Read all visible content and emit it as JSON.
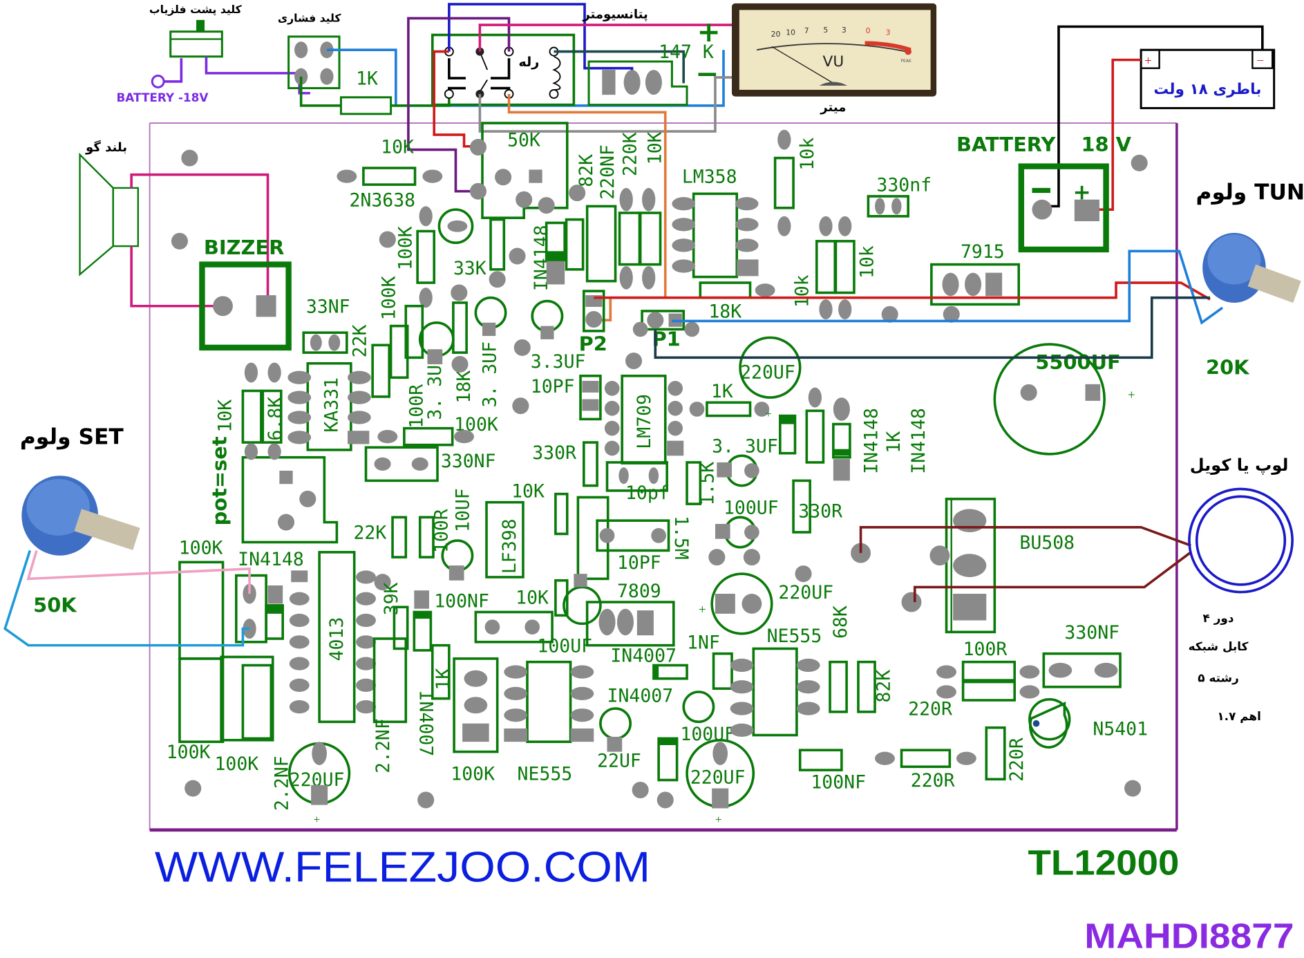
{
  "title": "TL12000",
  "website": "WWW.FELEZJOO.COM",
  "author": "MAHDI8877",
  "colors": {
    "silkscreen": "#0a7a0a",
    "pad": "#8a8a8a",
    "board_outline": "#7a1f8a",
    "website": "#0a1fe0",
    "author": "#8a2be2",
    "battery_neg_label": "#7b2be2"
  },
  "external": {
    "switch_back_label": "کلید پشت فلزیاب",
    "push_button_label": "کلید فشاری",
    "battery_neg_label": "BATTERY  -18V",
    "resistor_1k": "1K",
    "relay_label": "رله",
    "potentiometer_label": "پتانسیومتر",
    "pot_value": "147 K",
    "plus": "+",
    "minus": "−",
    "meter_label": "میتر",
    "meter_face": "VU",
    "meter_scale": [
      "20",
      "10",
      "7",
      "5",
      "3",
      "0",
      "3"
    ],
    "meter_peak": "PEAK",
    "battery18_label": "باطری ۱۸ ولت",
    "speaker_label": "بلند گو",
    "tun_label": "ولوم TUN",
    "tun_value": "20K",
    "set_label": "ولوم SET",
    "set_value": "50K",
    "coil_label": "لوپ یا کویل",
    "coil_notes": [
      "دور ۴",
      "کابل شبکه",
      "رشته ۵",
      "اهم ۱.۷"
    ]
  },
  "board": {
    "battery_label": "BATTERY",
    "battery_voltage": "18  V",
    "bizzer_label": "BIZZER",
    "pot_set_label": "pot=set",
    "p1": "P1",
    "p2": "P2",
    "components": {
      "r10k_top": "10K",
      "q_2n3638": "2N3638",
      "pot50k": "50K",
      "r82k": "82K",
      "c220nf": "220NF",
      "r220k": "220K",
      "r10k_v": "10K",
      "ic_lm358": "LM358",
      "r10k_small": "10k",
      "c330nf_top": "330nf",
      "r100k_a": "100K",
      "r33k": "33K",
      "d_in4148_a": "IN4148",
      "r10k_pair_a": "10k",
      "r10k_pair_b": "10k",
      "reg7915": "7915",
      "r18k_h": "18K",
      "c33nf": "33NF",
      "r100k_b": "100K",
      "r22k_a": "22K",
      "c3_3uf_a": "3.3UF",
      "c3_3uf_b": "3. 3UF",
      "c3_3uf_c": "3. 3UF",
      "r18k_v": "18K",
      "c220uf_a": "220UF",
      "c5500uf": "5500UF",
      "r10k_left": "10K",
      "r6_8k": "6.8K",
      "ic_ka331": "KA331",
      "r100r_a": "100R",
      "r100k_c": "100K",
      "c10pf_a": "10PF",
      "ic_lm709": "LM709",
      "r1k_a": "1K",
      "d_in4148_b": "IN4148",
      "r1k_b": "1K",
      "d_in4148_c": "IN4148",
      "c330nf_mid": "330NF",
      "r330r_a": "330R",
      "c3_3uf_d": "3. 3UF",
      "r1_5k": "1.5K",
      "c10pf_b": "10pf",
      "r10k_mid": "10K",
      "r22k_b": "22K",
      "r100r_b": "100R",
      "c10uf": "10UF",
      "ic_lf398": "LF398",
      "c100uf_a": "100UF",
      "r330r_b": "330R",
      "r1_5m": "1.5M",
      "c10pf_c": "10PF",
      "t_bu508": "BU508",
      "r100k_d": "100K",
      "d_in4148_d": "IN4148",
      "r39k": "39K",
      "c100nf_a": "100NF",
      "r10k_c": "10K",
      "reg7809": "7809",
      "c220uf_b": "220UF",
      "r68k": "68K",
      "ic_4013": "4013",
      "c100uf_b": "100UF",
      "d_in4007_a": "IN4007",
      "c1nf": "1NF",
      "ic_ne555_a": "NE555",
      "c330nf_br": "330NF",
      "r100r_c": "100R",
      "d_in4007_b": "IN4007",
      "r82k_b": "82K",
      "r220r_a": "220R",
      "t_n5401": "N5401",
      "d_in4007_c": "IN4007",
      "r1k_c": "1K",
      "c100uf_c": "100UF",
      "r100k_e": "100K",
      "r100k_f": "100K",
      "c2_2nf_a": "2.2NF",
      "c2_2nf_b": "2.2NF",
      "c220uf_c": "220UF",
      "r100k_g": "100K",
      "ic_ne555_b": "NE555",
      "c22uf": "22UF",
      "c220uf_d": "220UF",
      "c100nf_b": "100NF",
      "r220r_b": "220R",
      "r220r_c": "220R",
      "plus_a": "+",
      "plus_b": "+",
      "plus_c": "+",
      "plus_d": "+",
      "plus_e": "+"
    }
  }
}
